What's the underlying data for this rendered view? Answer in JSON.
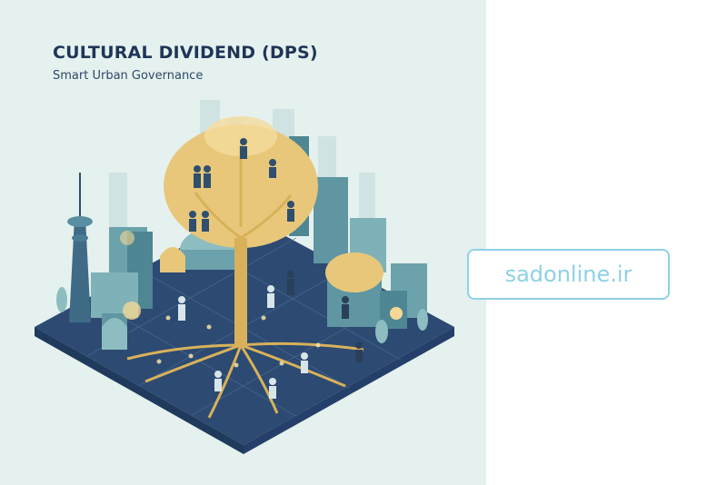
{
  "image": {
    "title": "CULTURAL DIVIDEND (DPS)",
    "subtitle": "Smart Urban Governance",
    "watermark": "sadonline.ir"
  },
  "colors": {
    "background": "#e5f1ee",
    "title": "#1f3557",
    "ground": "#2c4a72",
    "tree_gold": "#e8c77a",
    "buildings": "#6ba2ac",
    "watermark": "#8fd1e6"
  },
  "scene": {
    "description_icons": [
      "tv-tower-icon",
      "tree-icon",
      "dome-building-icon",
      "people-icon",
      "city-skyline-icon"
    ]
  }
}
